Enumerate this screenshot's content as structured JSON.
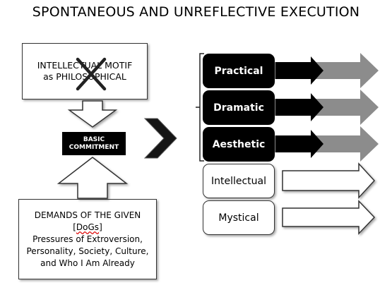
{
  "title": "SPONTANEOUS AND UNREFLECTIVE EXECUTION",
  "intellectual_motif": {
    "line1": "INTELLECTUAL MOTIF",
    "line2": "as PHILOSOPHICAL"
  },
  "basic_commitment": {
    "line1": "BASIC",
    "line2": "COMMITMENT"
  },
  "demands": {
    "line1_prefix": "DEMANDS OF THE GIVEN [",
    "line1_dogs": "DoGs",
    "line1_suffix": "]",
    "line2": "Pressures of  Extroversion,",
    "line3": "Personality, Society, Culture,",
    "line4": "and Who I Am Already"
  },
  "modes": [
    {
      "label": "Practical"
    },
    {
      "label": "Dramatic"
    },
    {
      "label": "Aesthetic"
    },
    {
      "label": "Intellectual"
    },
    {
      "label": "Mystical"
    }
  ],
  "colors": {
    "dark_box": "#000000",
    "gray_arrow": "#8c8c8c",
    "cross": "#222222",
    "spellcheck": "#dd0000"
  }
}
